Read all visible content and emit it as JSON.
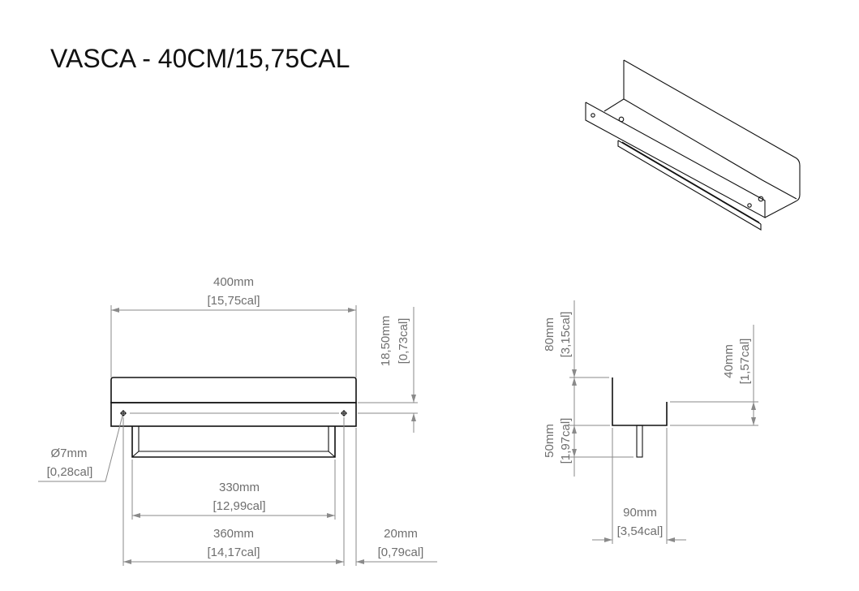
{
  "title": "VASCA - 40CM/15,75CAL",
  "front_view": {
    "width_total": {
      "mm": "400mm",
      "cal": "[15,75cal]"
    },
    "hole_offset": {
      "mm": "18,50mm",
      "cal": "[0,73cal]"
    },
    "hole_diameter": {
      "mm": "Ø7mm",
      "cal": "[0,28cal]"
    },
    "handle_width": {
      "mm": "330mm",
      "cal": "[12,99cal]"
    },
    "hole_spacing": {
      "mm": "360mm",
      "cal": "[14,17cal]"
    },
    "edge_offset": {
      "mm": "20mm",
      "cal": "[0,79cal]"
    }
  },
  "side_view": {
    "back_height": {
      "mm": "80mm",
      "cal": "[3,15cal]"
    },
    "rail_depth": {
      "mm": "50mm",
      "cal": "[1,97cal]"
    },
    "front_height": {
      "mm": "40mm",
      "cal": "[1,57cal]"
    },
    "depth": {
      "mm": "90mm",
      "cal": "[3,54cal]"
    }
  }
}
